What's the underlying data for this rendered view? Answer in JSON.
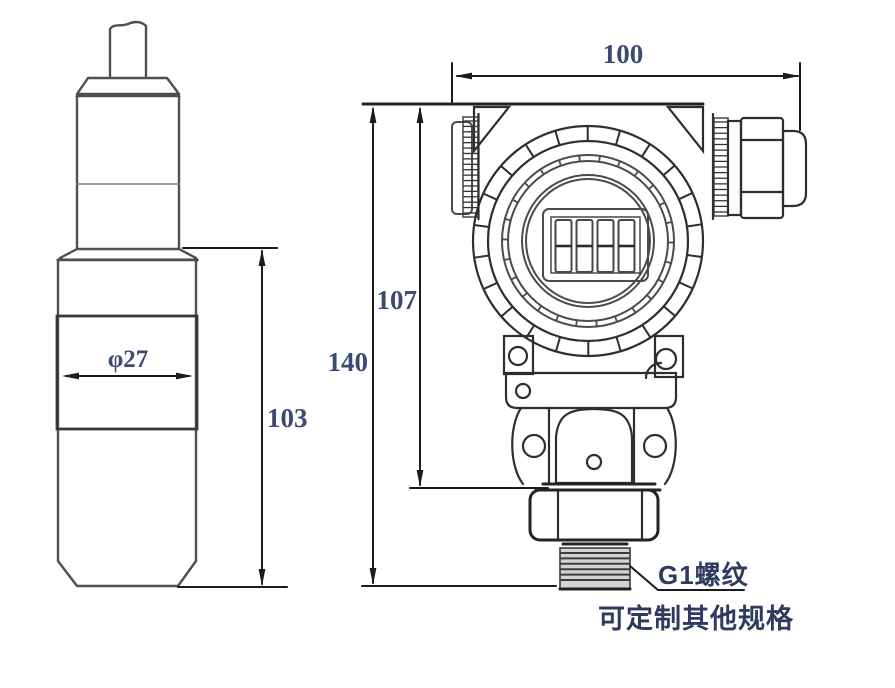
{
  "drawing_title": "pressure transmitter and submersible probe dimension drawing",
  "dimensions": {
    "probe_diameter": "φ27",
    "probe_body_length": "103",
    "transmitter_width": "100",
    "transmitter_body_height": "107",
    "transmitter_total_height": "140"
  },
  "annotations": {
    "thread_label": "G1螺纹",
    "custom_note": "可定制其他规格"
  },
  "colors": {
    "background": "#ffffff",
    "outline": "#2e2e2e",
    "probe_outline": "#4f4f4f",
    "dimension_line": "#1c1c1c",
    "dimension_text": "#3a4a70",
    "annotation_text": "#2f3a5f",
    "thread_fill": "#d4d4d4"
  }
}
